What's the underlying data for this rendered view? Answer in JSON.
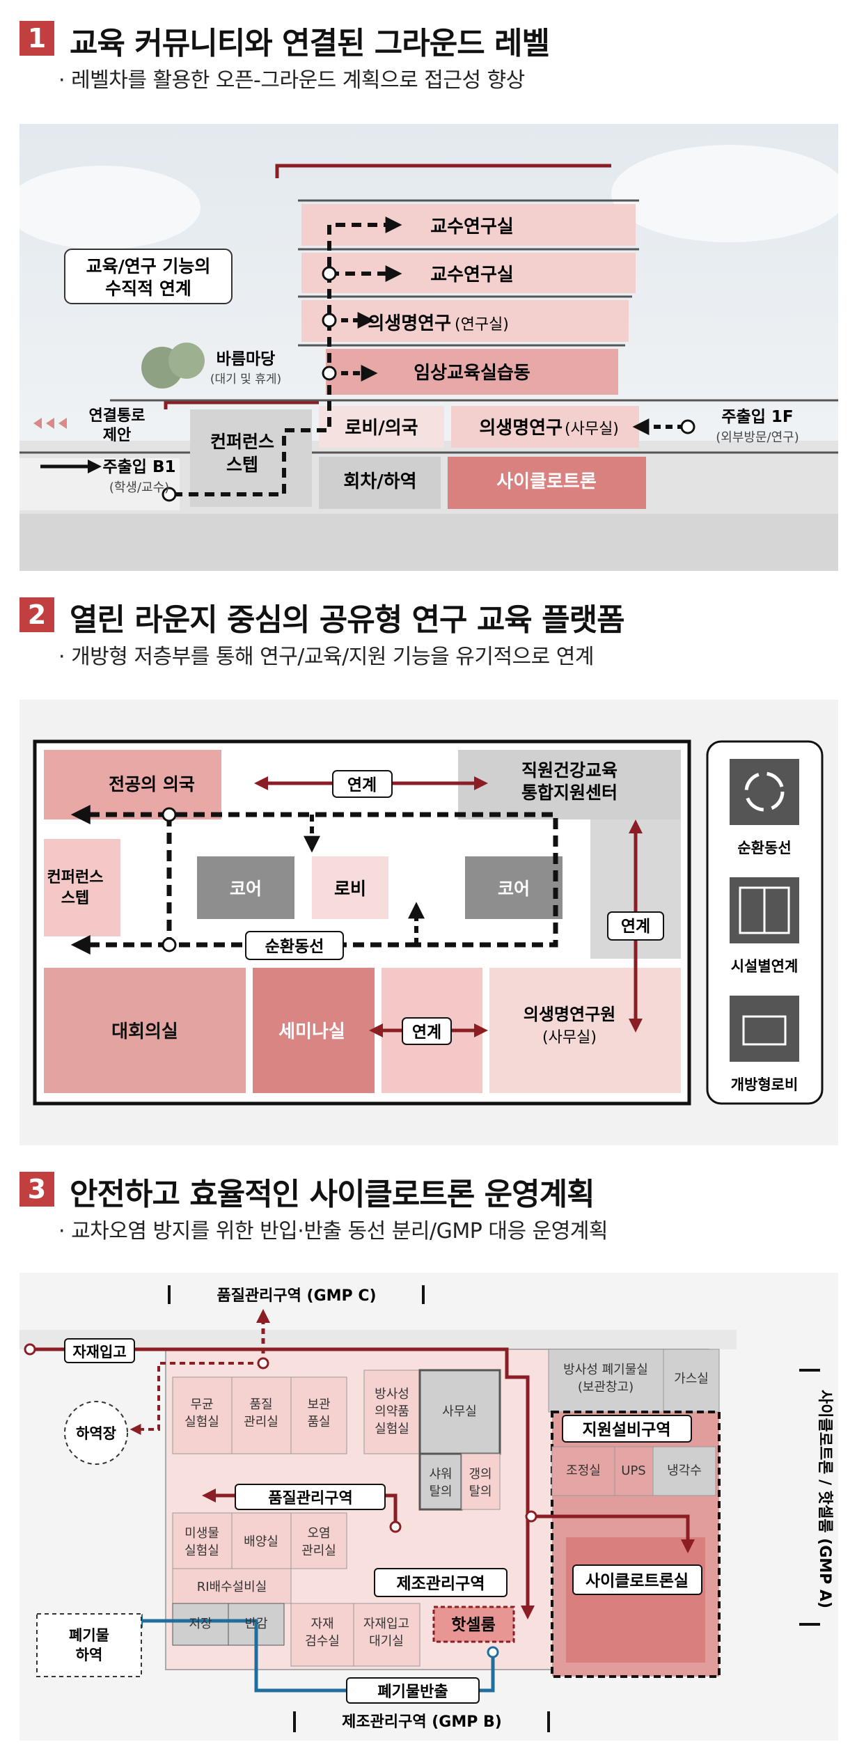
{
  "section1": {
    "number": "1",
    "title": "교육 커뮤니티와 연결된 그라운드 레벨",
    "subtitle": "· 레벨차를 활용한 오픈-그라운드 계획으로 접근성 향상",
    "callout": [
      "교육/연구 기능의",
      "수직적 연계"
    ],
    "floors": {
      "f6": "교수연구실",
      "f5": "교수연구실",
      "f4_main": "의생명연구",
      "f4_sub": "(연구실)",
      "f3": "임상교육실습동",
      "lobby": "로비/의국",
      "office_main": "의생명연구",
      "office_sub": "(사무실)",
      "loading": "회차/하역",
      "cyclotron": "사이클로트론"
    },
    "plaza": {
      "title": "바름마당",
      "sub": "(대기 및 휴게)"
    },
    "conference_steps": [
      "컨퍼런스",
      "스텝"
    ],
    "connection": [
      "연결통로",
      "제안"
    ],
    "entrance_b1": {
      "title": "주출입 B1",
      "sub": "(학생/교수)"
    },
    "entrance_1f": {
      "title": "주출입 1F",
      "sub": "(외부방문/연구)"
    }
  },
  "section2": {
    "number": "2",
    "title": "열린 라운지 중심의 공유형 연구 교육 플랫폼",
    "subtitle": "· 개방형 저층부를 통해 연구/교육/지원 기능을 유기적으로 연계",
    "rooms": {
      "residents": "전공의 의국",
      "health_center": [
        "직원건강교육",
        "통합지원센터"
      ],
      "conf_steps": [
        "컨퍼런스",
        "스텝"
      ],
      "core_left": "코어",
      "lobby": "로비",
      "core_right": "코어",
      "auditorium": "대회의실",
      "seminar": "세미나실",
      "research_inst": [
        "의생명연구원",
        "(사무실)"
      ]
    },
    "links": {
      "top": "연계",
      "right": "연계",
      "bottom": "연계",
      "circulation": "순환동선"
    },
    "legend": [
      "순환동선",
      "시설별연계",
      "개방형로비"
    ]
  },
  "section3": {
    "number": "3",
    "title": "안전하고 효율적인 사이클로트론 운영계획",
    "subtitle": "· 교차오염 방지를 위한 반입·반출 동선 분리/GMP 대응 운영계획",
    "zone_top": "품질관리구역 (GMP C)",
    "zone_bottom": "제조관리구역 (GMP B)",
    "zone_side": "사이클로트론 / 핫셀룸 (GMP A)",
    "rooms": {
      "micro_lab": [
        "무균",
        "실험실"
      ],
      "qc_room": [
        "품질",
        "관리실"
      ],
      "storage_prod": [
        "보관",
        "품실"
      ],
      "radio_lab": [
        "방사성",
        "의약품",
        "실험실"
      ],
      "office": "사무실",
      "shower": [
        "샤워",
        "탈의"
      ],
      "changing": [
        "갱의",
        "탈의"
      ],
      "microbe_lab": [
        "미생물",
        "실험실"
      ],
      "culture": "배양실",
      "contam": [
        "오염",
        "관리실"
      ],
      "ri_drain": "RI배수설비실",
      "storage": "저장",
      "carry_out": "반감",
      "material_inspect": [
        "자재",
        "검수실"
      ],
      "material_wait": [
        "자재입고",
        "대기실"
      ],
      "hot_cell": "핫셀룸",
      "rad_waste": [
        "방사성 폐기물실",
        "(보관창고)"
      ],
      "gas": "가스실",
      "control": "조정실",
      "ups": "UPS",
      "cooling": "냉각수",
      "cyclotron": "사이클로트론실"
    },
    "labels": {
      "material_in": "자재입고",
      "loading_dock": "하역장",
      "qc_zone": "품질관리구역",
      "mfg_zone": "제조관리구역",
      "support_zone": "지원설비구역",
      "waste_loading": [
        "폐기물",
        "하역"
      ],
      "waste_out": "폐기물반출"
    }
  },
  "colors": {
    "accent": "#c1403f",
    "pink": "#f3cfcd",
    "pink_dark": "#d88583",
    "dark_red": "#8b1e24",
    "gray": "#bdbdbd",
    "blue": "#1f6e9e"
  }
}
